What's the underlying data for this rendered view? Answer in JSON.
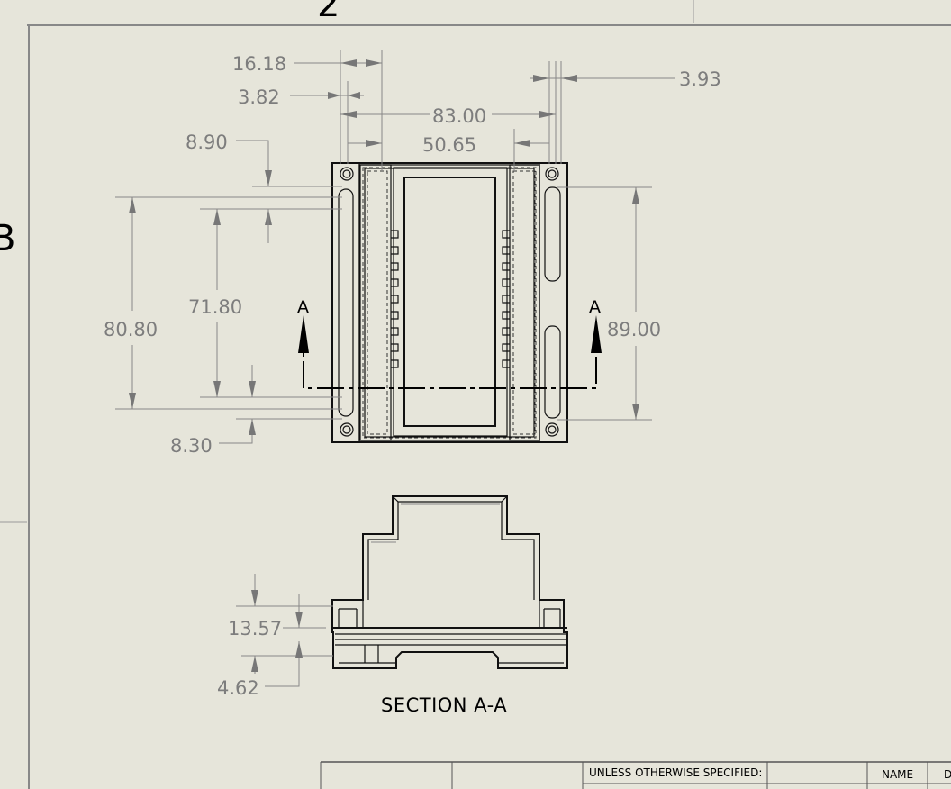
{
  "zones": {
    "top_number": "2",
    "left_letter": "B"
  },
  "dimensions": {
    "d_16_18": "16.18",
    "d_3_82": "3.82",
    "d_83_00": "83.00",
    "d_3_93": "3.93",
    "d_8_90": "8.90",
    "d_50_65": "50.65",
    "d_71_80": "71.80",
    "d_80_80": "80.80",
    "d_89_00": "89.00",
    "d_8_30": "8.30",
    "d_13_57": "13.57",
    "d_4_62": "4.62"
  },
  "section": {
    "arrow_label": "A",
    "title": "SECTION A-A"
  },
  "title_block": {
    "unless_specified": "UNLESS OTHERWISE SPECIFIED:",
    "name_header": "NAME",
    "cut_letter": "D"
  },
  "colors": {
    "paper": "#e6e5da",
    "dimension": "#7d7d7d",
    "object_line": "#111111"
  }
}
